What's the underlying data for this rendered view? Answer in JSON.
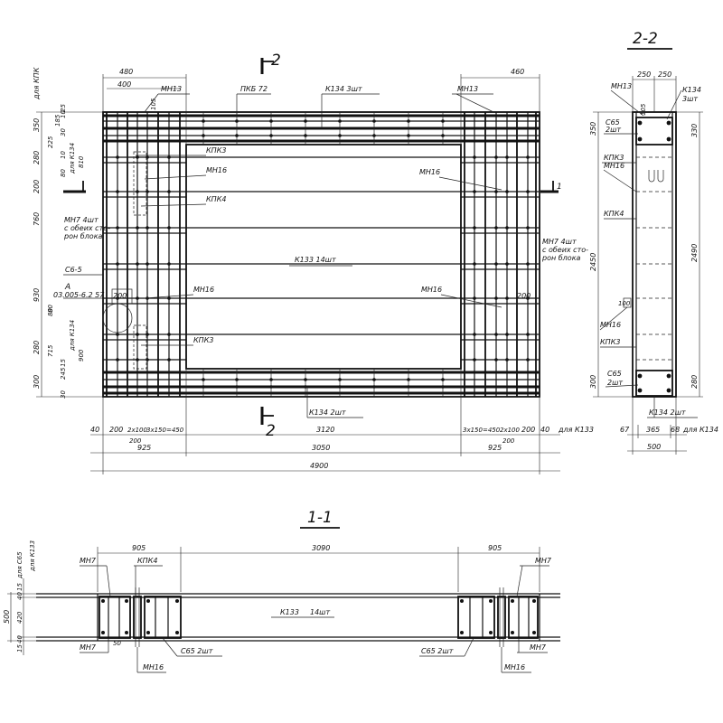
{
  "sections": {
    "s22": "2-2",
    "s11": "1-1",
    "cut": "2"
  },
  "front": {
    "top_dims": [
      "480",
      "400",
      "460"
    ],
    "labels": {
      "mn13_left": "МН13",
      "pkb72": "ПКБ 72",
      "k134_top": "К134 3шт",
      "mn13_right": "МН13",
      "kpk3_top": "КПК3",
      "mn16_a": "МН16",
      "kpk4": "КПК4",
      "mn16_right_a": "МН16",
      "k133": "К133 14шт",
      "mn7_right_1": "МН7 4шт",
      "mn7_right_2": "с обеих сто-",
      "mn7_right_3": "рон блока",
      "mn7_left_1": "МН7 4шт",
      "mn7_left_2": "с обеих сто-",
      "mn7_left_3": "рон блока",
      "c65": "С6-5",
      "a": "А",
      "ref": "03.005-6.2 57",
      "mn16_b": "МН16",
      "mn16_right_b": "МН16",
      "kpk3_bot": "КПК3",
      "k134_bot": "К134 2шт",
      "mark_1": "1",
      "mark_200a": "200",
      "mark_200b": "200",
      "t105": "105",
      "t80": "80"
    },
    "left_dims": [
      "350",
      "280",
      "200",
      "760",
      "930",
      "280",
      "300"
    ],
    "left_inner_dims": [
      "25",
      "10",
      "185",
      "30",
      "225",
      "10",
      "810",
      "80",
      "80",
      "715",
      "15",
      "245",
      "30",
      "900"
    ],
    "left_vert_labels": [
      "для КПК",
      "для К134",
      "для К134"
    ],
    "bottom_dims": [
      "40",
      "200",
      "2х100",
      "3х150=450",
      "3120",
      "3х150=450",
      "2х100",
      "200",
      "40"
    ],
    "bottom_sub": [
      "200",
      "200"
    ],
    "bottom_right_label": "для К133",
    "totals": [
      "925",
      "3050",
      "925"
    ],
    "overall": "4900"
  },
  "section22": {
    "top_dims": [
      "250",
      "250"
    ],
    "labels": {
      "mn13": "МН13",
      "k134": "К134",
      "k134_qty": "3шт",
      "c65": "С65",
      "c65_qty": "2шт",
      "kpk3": "КПК3",
      "mn16": "МН16",
      "kpk4": "КПК4",
      "mn16_b": "МН16",
      "kpk3_b": "КПК3",
      "c65_b": "С65",
      "c65_b_qty": "2шт",
      "k134_bot": "К134 2шт",
      "t105": "105",
      "t100": "100"
    },
    "left_dims": [
      "350",
      "2450",
      "300"
    ],
    "right_dims": [
      "330",
      "2490",
      "280"
    ],
    "bottom_dims": [
      "67",
      "365",
      "68"
    ],
    "bottom_label": "для К134",
    "overall": "500"
  },
  "section11": {
    "top_dims": [
      "905",
      "3090",
      "905"
    ],
    "labels": {
      "mn7_tl": "МН7",
      "kpk4": "КПК4",
      "mn7_tr": "МН7",
      "k133": "К133",
      "k133_qty": "14шт",
      "mn7_bl": "МН7",
      "c65_l": "С65 2шт",
      "c65_r": "С65 2шт",
      "mn7_br": "МН7",
      "mn16_l": "МН16",
      "mn16_r": "МН16",
      "t50": "50"
    },
    "left_dims": [
      "500",
      "15",
      "40",
      "420",
      "40",
      "15"
    ],
    "left_vert_labels": [
      "для С65",
      "для К133"
    ]
  }
}
